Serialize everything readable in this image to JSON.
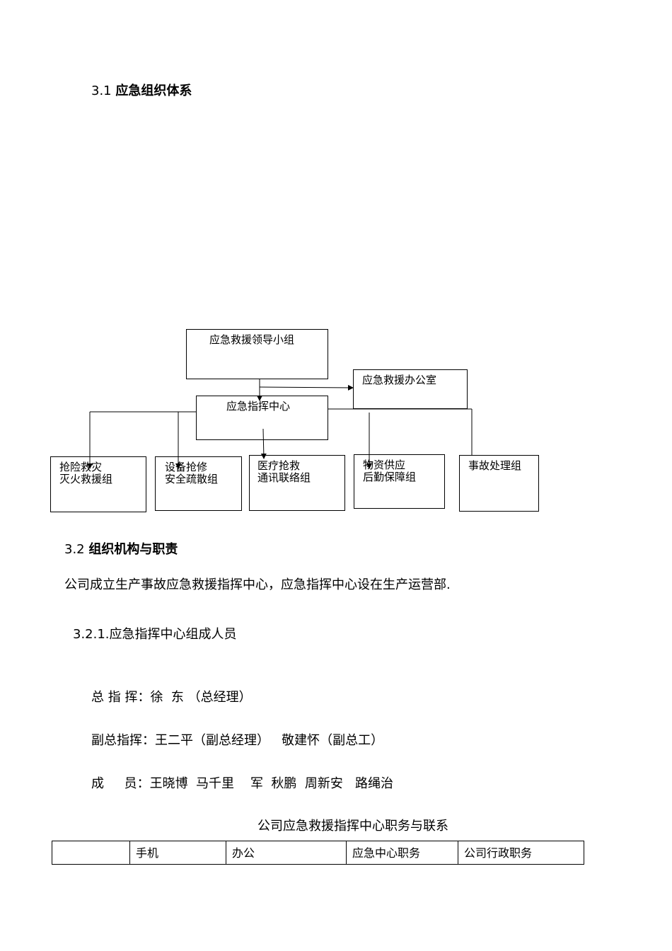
{
  "section31": {
    "num": "3.1",
    "title": "应急组织体系"
  },
  "org": {
    "leader": "应急救援领导小组",
    "office": "应急救援办公室",
    "command": "应急指挥中心",
    "groups": [
      {
        "line1": "抢险救灾",
        "line2": "灭火救援组"
      },
      {
        "line1": "设备抢修",
        "line2": "安全疏散组"
      },
      {
        "line1": "医疗抢救",
        "line2": "通讯联络组"
      },
      {
        "line1": "物资供应",
        "line2": "后勤保障组"
      },
      {
        "line1": "事故处理组",
        "line2": ""
      }
    ]
  },
  "section32": {
    "num": "3.2",
    "title": "组织机构与职责"
  },
  "intro": "公司成立生产事故应急救援指挥中心，应急指挥中心设在生产运营部.",
  "section321": "3.2.1.应急指挥中心组成人员",
  "members": {
    "chief": "总 指 挥：徐  东 （总经理）",
    "deputy": "副总指挥：王二平（副总经理）   敬建怀（副总工）",
    "staff": "成     员：王晓博  马千里    军  秋鹏  周新安   路绳治"
  },
  "table": {
    "caption": "公司应急救援指挥中心职务与联系",
    "headers": [
      "",
      "手机",
      "办公",
      "应急中心职务",
      "公司行政职务"
    ]
  }
}
